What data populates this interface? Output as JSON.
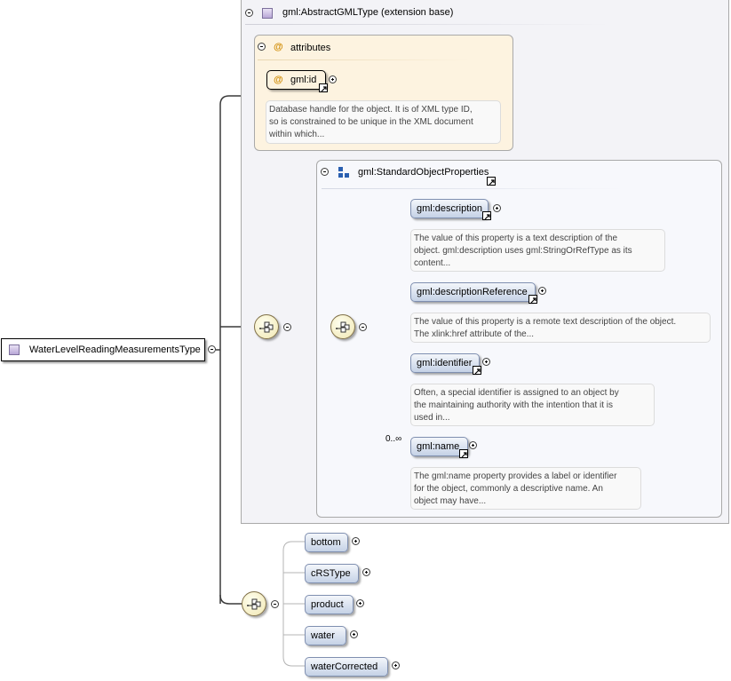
{
  "root_type": {
    "label": "WaterLevelReadingMeasurementsType"
  },
  "extension": {
    "label": "gml:AbstractGMLType (extension base)"
  },
  "attributes_group": {
    "label": "attributes",
    "at_symbol": "@",
    "attribute": {
      "label": "gml:id",
      "doc": [
        "Database handle for the object. It is of XML type ID,",
        "so is constrained to be unique in the XML document",
        "within which..."
      ]
    }
  },
  "group_ref": {
    "label": "gml:StandardObjectProperties"
  },
  "group_elements": [
    {
      "label": "gml:description",
      "doc": [
        "The value of this property is a text description of the",
        "object. gml:description uses gml:StringOrRefType as its",
        "content..."
      ]
    },
    {
      "label": "gml:descriptionReference",
      "doc": [
        "The value of this property is a remote text description of the object.",
        "The xlink:href attribute of the..."
      ]
    },
    {
      "label": "gml:identifier",
      "doc": [
        "Often, a special identifier is assigned to an object by",
        "the maintaining authority with the intention that it is",
        "used in..."
      ]
    },
    {
      "label": "gml:name",
      "multiplicity": "0..∞",
      "doc": [
        "The gml:name property provides a label or identifier",
        "for the object, commonly a descriptive name. An",
        "object may have..."
      ]
    }
  ],
  "sequence_elements": [
    {
      "label": "bottom"
    },
    {
      "label": "cRSType"
    },
    {
      "label": "product"
    },
    {
      "label": "water"
    },
    {
      "label": "waterCorrected"
    }
  ],
  "colors": {
    "attr_frame_bg": "#fdf3e0",
    "group_frame_bg": "#f7f8fc",
    "ext_frame_bg": "#f3f3f7"
  },
  "icons": [
    "type-icon",
    "collapse-icon",
    "expand-icon",
    "sequence-icon",
    "group-icon",
    "reference-arrow-icon",
    "attribute-at-icon"
  ]
}
